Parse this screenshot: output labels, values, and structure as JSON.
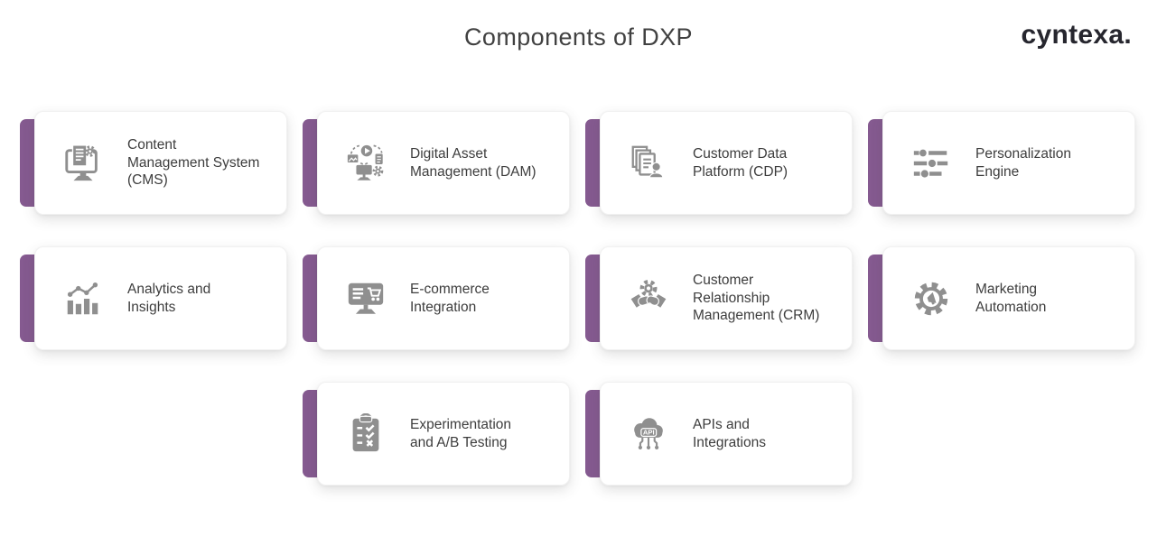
{
  "header": {
    "title": "Components of DXP",
    "logo": "cyntexa."
  },
  "colors": {
    "accent_purple": "#855A90",
    "icon_gray": "#8F8F8F",
    "label_text": "#3D3D3D",
    "background": "#FFFFFF"
  },
  "cards": [
    {
      "label": "Content\nManagement System\n(CMS)",
      "icon": "cms-icon"
    },
    {
      "label": "Digital Asset\nManagement (DAM)",
      "icon": "dam-icon"
    },
    {
      "label": "Customer Data\nPlatform (CDP)",
      "icon": "cdp-icon"
    },
    {
      "label": "Personalization\nEngine",
      "icon": "personalization-sliders-icon"
    },
    {
      "label": "Analytics and\nInsights",
      "icon": "analytics-bar-chart-icon"
    },
    {
      "label": "E-commerce\nIntegration",
      "icon": "ecommerce-monitor-cart-icon"
    },
    {
      "label": "Customer\nRelationship\nManagement (CRM)",
      "icon": "crm-handshake-gear-icon"
    },
    {
      "label": "Marketing\nAutomation",
      "icon": "marketing-automation-gear-icon"
    },
    {
      "label": "Experimentation\nand A/B Testing",
      "icon": "ab-testing-clipboard-icon"
    },
    {
      "label": "APIs and\nIntegrations",
      "icon": "api-cloud-icon"
    }
  ]
}
